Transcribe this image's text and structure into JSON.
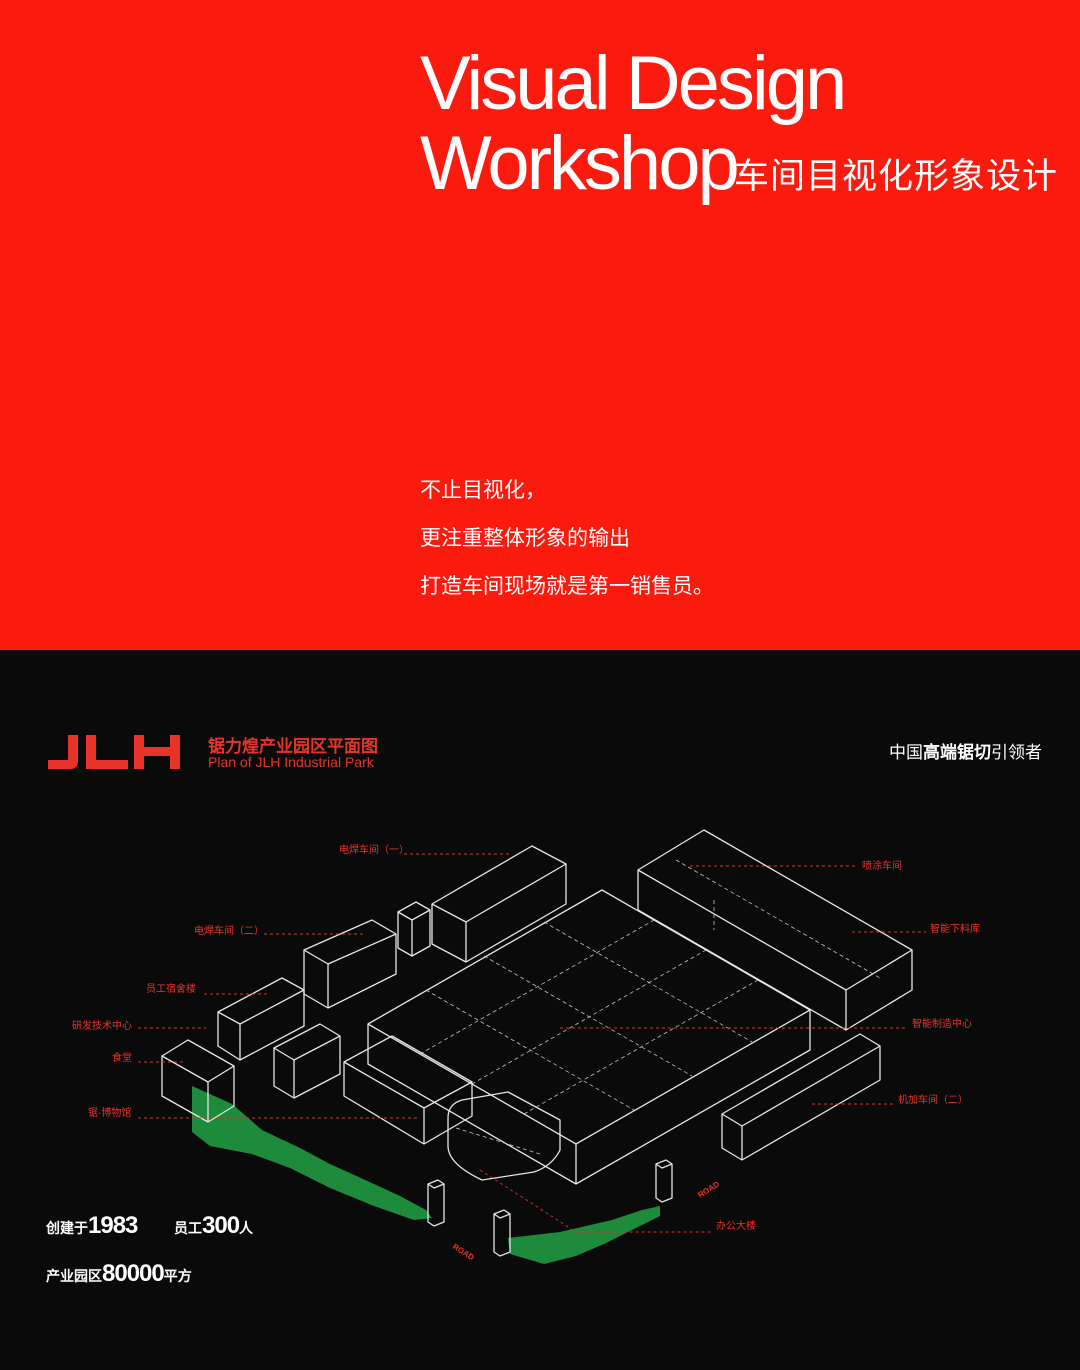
{
  "hero": {
    "title_line1": "Visual Design",
    "title_line2": "Workshop",
    "title_cn": "车间目视化形象设计",
    "slogan": [
      "不止目视化，",
      "更注重整体形象的输出",
      "打造车间现场就是第一销售员。"
    ]
  },
  "plan": {
    "logo_text": "JLH",
    "title_cn": "锯力煌产业园区平面图",
    "title_en": "Plan of JLH Industrial Park",
    "tagline_pre": "中国",
    "tagline_bold": "高端锯切",
    "tagline_post": "引领者",
    "labels": {
      "weld1": "电焊车间（一）",
      "paint": "喷涂车间",
      "weld2": "电焊车间（二）",
      "cutting": "智能下料库",
      "dorm": "员工宿舍楼",
      "rnd": "研发技术中心",
      "mfg": "智能制造中心",
      "canteen": "食堂",
      "machining2": "机加车间（二）",
      "museum": "锯·博物馆",
      "office": "办公大楼"
    },
    "roads": [
      "ROAD",
      "ROAD"
    ],
    "colors": {
      "background": "#0a0a0a",
      "hero": "#fb1a0e",
      "accent": "#e8332a",
      "green_area": "#1e8a3c"
    }
  },
  "stats": {
    "founded_label": "创建于",
    "founded_value": "1983",
    "staff_label": "员工",
    "staff_value": "300",
    "staff_unit": "人",
    "area_label": "产业园区",
    "area_value": "80000",
    "area_unit": "平方"
  }
}
